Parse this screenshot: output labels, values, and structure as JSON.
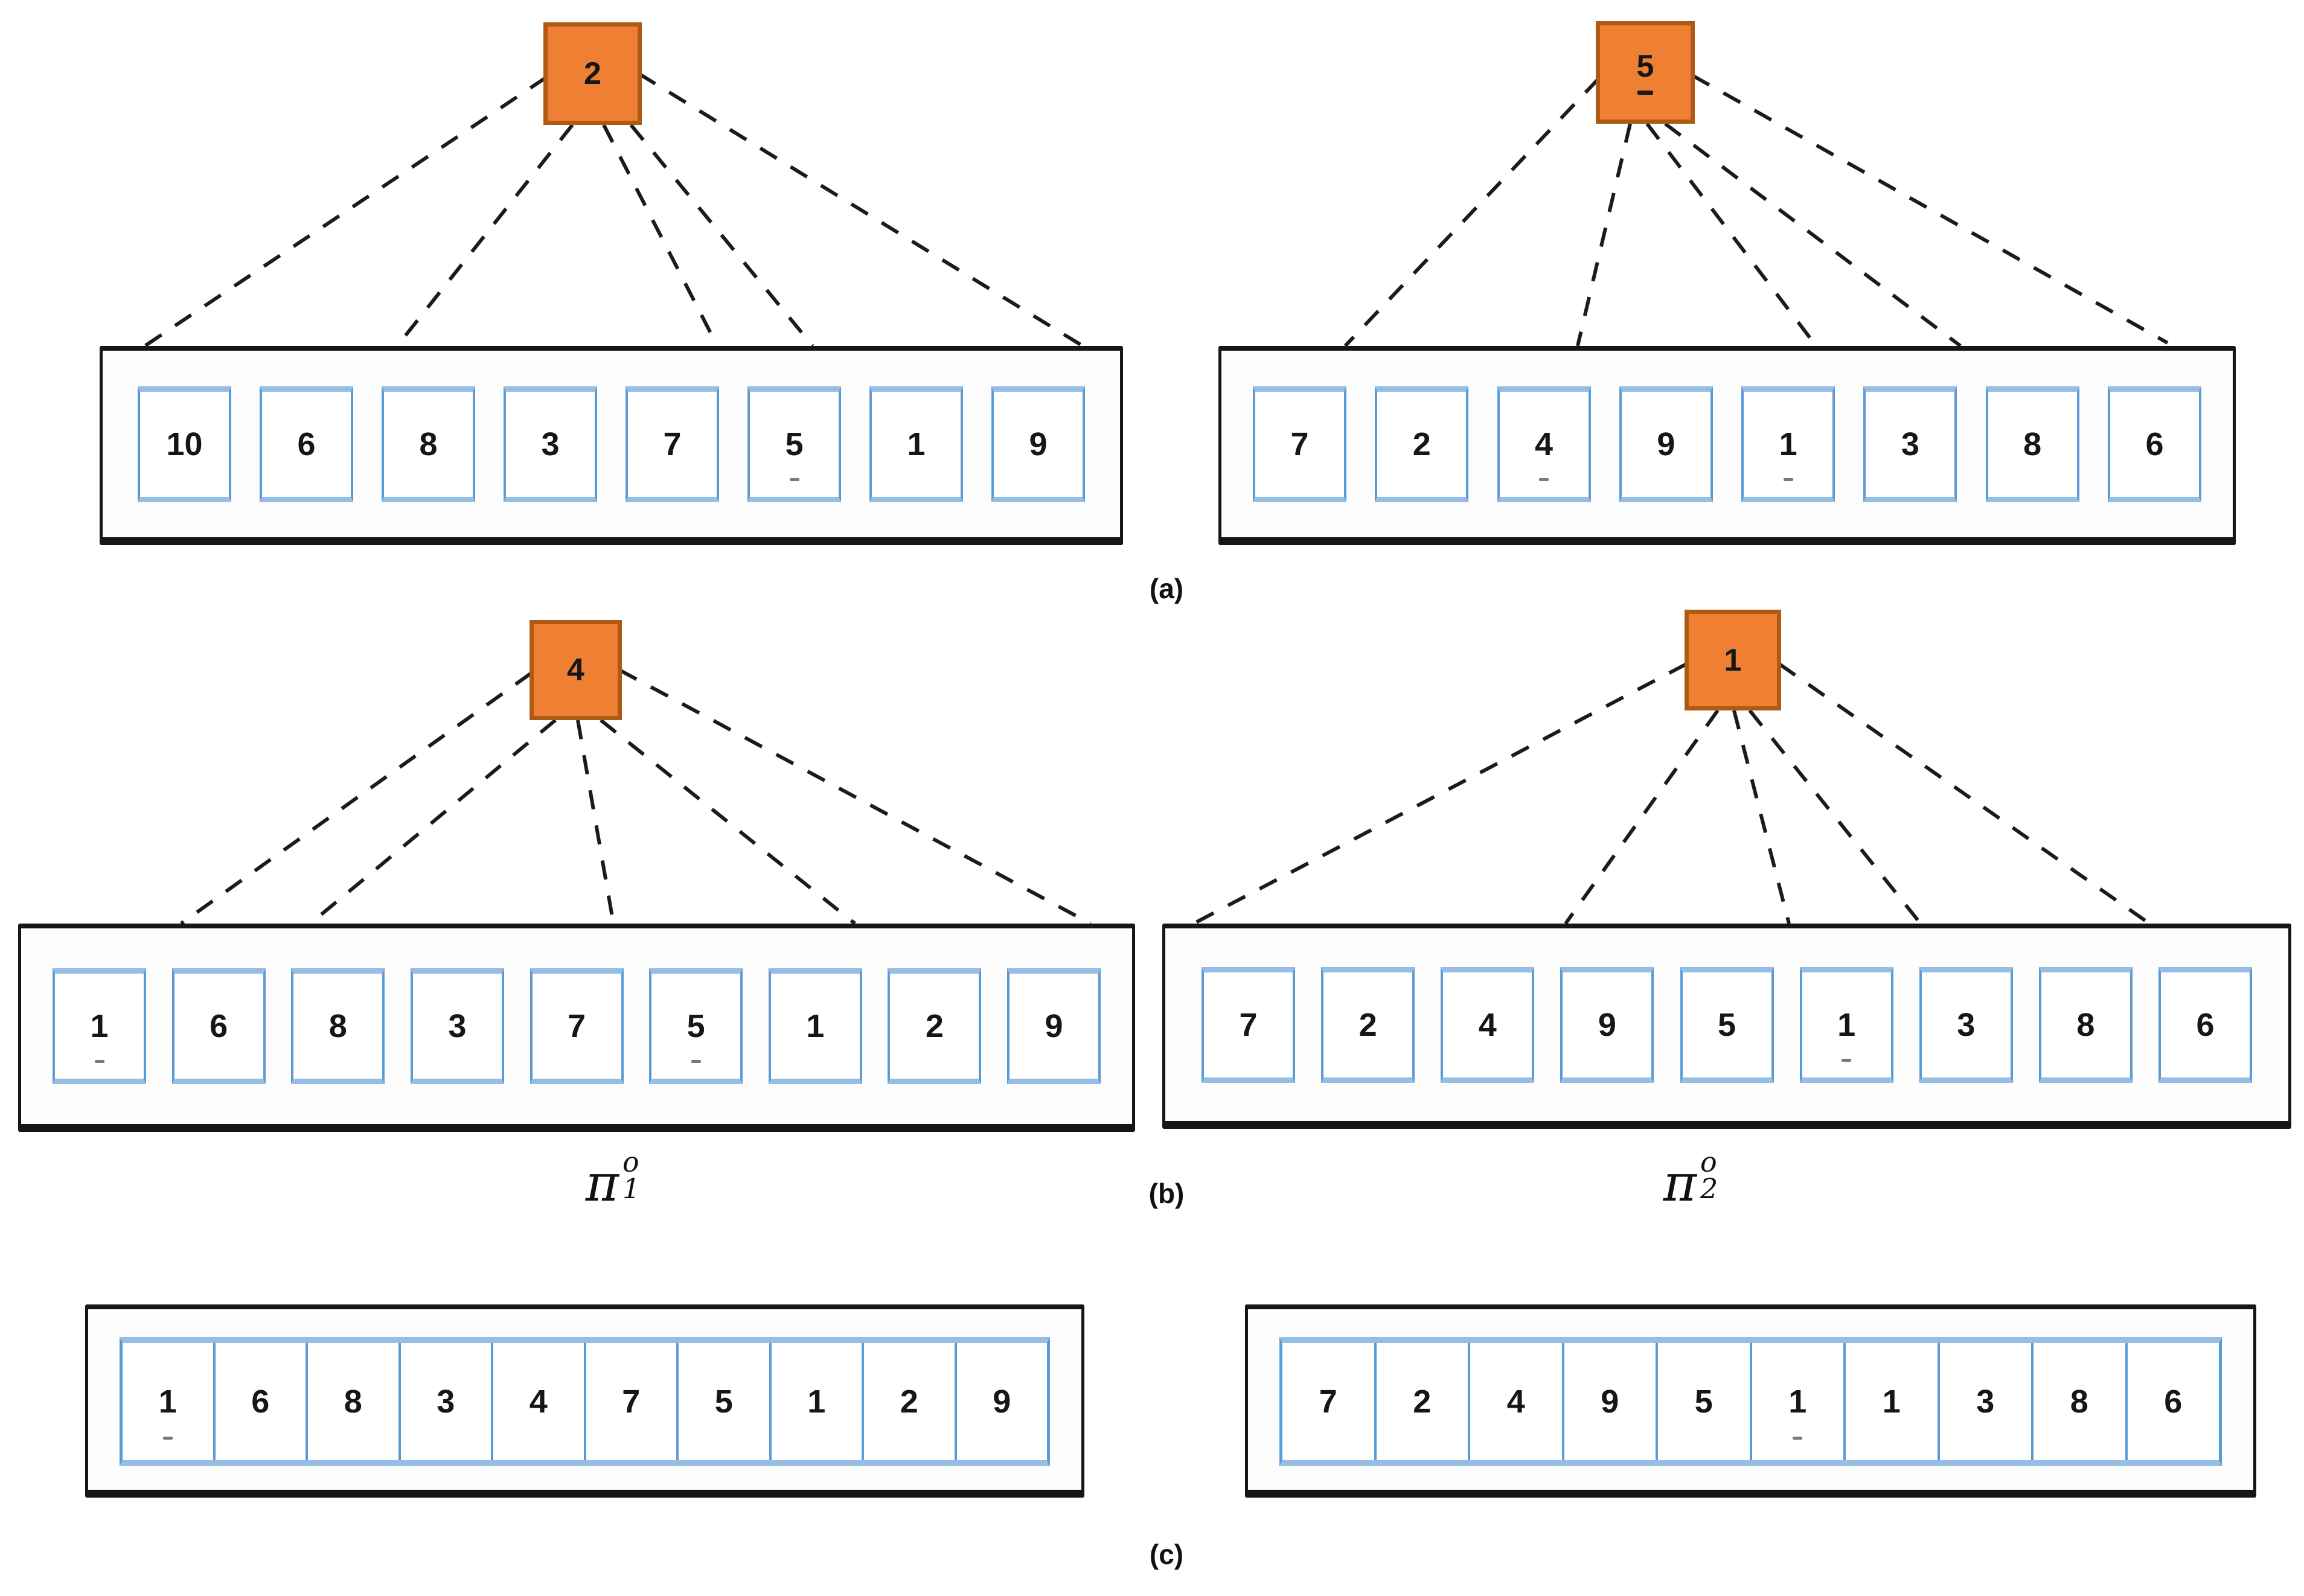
{
  "figure": {
    "colors": {
      "selected_fill": "#EE7F33",
      "selected_border": "#AE5A14",
      "cell_border": "#5B9BD5",
      "container_border": "#161616",
      "connector": "#1b1b1b"
    },
    "panels": {
      "a": {
        "caption": "(a)",
        "left": {
          "selected": "2",
          "cells": [
            {
              "v": "10"
            },
            {
              "v": "6"
            },
            {
              "v": "8"
            },
            {
              "v": "3"
            },
            {
              "v": "7"
            },
            {
              "v": "5",
              "tick": true
            },
            {
              "v": "1"
            },
            {
              "v": "9"
            }
          ]
        },
        "right": {
          "selected": "5",
          "selected_tick": true,
          "cells": [
            {
              "v": "7"
            },
            {
              "v": "2"
            },
            {
              "v": "4",
              "tick": true
            },
            {
              "v": "9"
            },
            {
              "v": "1",
              "tick": true
            },
            {
              "v": "3"
            },
            {
              "v": "8"
            },
            {
              "v": "6"
            }
          ]
        }
      },
      "b": {
        "caption": "(b)",
        "left": {
          "selected": "4",
          "label": {
            "base": "π",
            "sup": "o",
            "sub": "1"
          },
          "cells": [
            {
              "v": "1",
              "tick": true
            },
            {
              "v": "6"
            },
            {
              "v": "8"
            },
            {
              "v": "3"
            },
            {
              "v": "7"
            },
            {
              "v": "5",
              "tick": true
            },
            {
              "v": "1"
            },
            {
              "v": "2"
            },
            {
              "v": "9"
            }
          ]
        },
        "right": {
          "selected": "1",
          "label": {
            "base": "π",
            "sup": "o",
            "sub": "2"
          },
          "cells": [
            {
              "v": "7"
            },
            {
              "v": "2"
            },
            {
              "v": "4"
            },
            {
              "v": "9"
            },
            {
              "v": "5"
            },
            {
              "v": "1",
              "tick": true
            },
            {
              "v": "3"
            },
            {
              "v": "8"
            },
            {
              "v": "6"
            }
          ]
        }
      },
      "c": {
        "caption": "(c)",
        "left": {
          "cells": [
            {
              "v": "1",
              "tick": true
            },
            {
              "v": "6"
            },
            {
              "v": "8"
            },
            {
              "v": "3"
            },
            {
              "v": "4"
            },
            {
              "v": "7"
            },
            {
              "v": "5"
            },
            {
              "v": "1"
            },
            {
              "v": "2"
            },
            {
              "v": "9"
            }
          ]
        },
        "right": {
          "cells": [
            {
              "v": "7"
            },
            {
              "v": "2"
            },
            {
              "v": "4"
            },
            {
              "v": "9"
            },
            {
              "v": "5"
            },
            {
              "v": "1",
              "tick": true
            },
            {
              "v": "1"
            },
            {
              "v": "3"
            },
            {
              "v": "8"
            },
            {
              "v": "6"
            }
          ]
        }
      }
    }
  }
}
